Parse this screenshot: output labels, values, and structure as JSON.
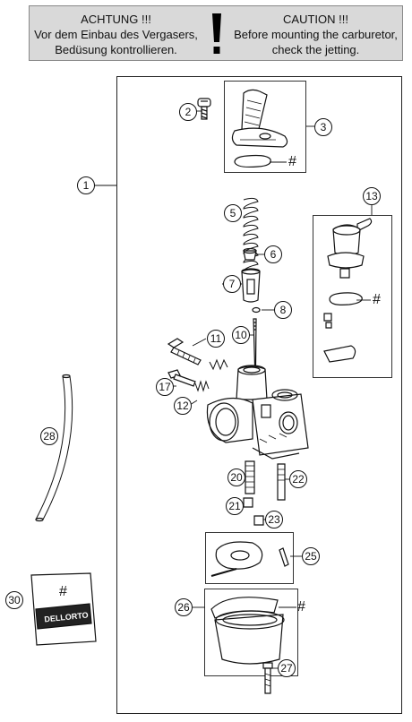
{
  "warning": {
    "de_title": "ACHTUNG !!!",
    "de_line1": "Vor dem Einbau des Vergasers,",
    "de_line2": "Bedüsung kontrollieren.",
    "en_title": "CAUTION !!!",
    "en_line1": "Before mounting the carburetor,",
    "en_line2": "check the jetting.",
    "icon": "exclamation-icon"
  },
  "callouts": {
    "c1": "1",
    "c2": "2",
    "c3": "3",
    "c5": "5",
    "c6": "6",
    "c7": "7",
    "c8": "8",
    "c10": "10",
    "c11": "11",
    "c12": "12",
    "c13": "13",
    "c17": "17",
    "c20": "20",
    "c21": "21",
    "c22": "22",
    "c23": "23",
    "c25": "25",
    "c26": "26",
    "c27": "27",
    "c28": "28",
    "c30": "30"
  },
  "hash_marks": {
    "h3": "#",
    "h13": "#",
    "h26": "#",
    "h30": "#"
  },
  "packet_text": "DELLORTO"
}
